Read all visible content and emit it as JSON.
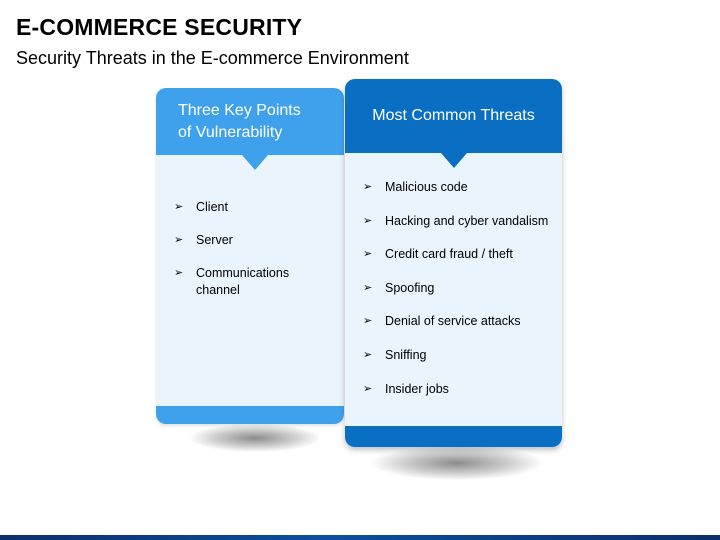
{
  "title": "E-COMMERCE SECURITY",
  "subtitle": "Security Threats in the E-commerce Environment",
  "colors": {
    "light_blue": "#3fa1eb",
    "dark_blue": "#0a6fc2",
    "card_bg": "#eaf4fc"
  },
  "left_card": {
    "header_line1": "Three Key Points",
    "header_line2": "of Vulnerability",
    "items": [
      "Client",
      "Server",
      "Communications channel"
    ]
  },
  "right_card": {
    "header": "Most Common Threats",
    "items": [
      "Malicious code",
      "Hacking and cyber vandalism",
      "Credit card fraud / theft",
      "Spoofing",
      "Denial of service attacks",
      "Sniffing",
      "Insider jobs"
    ]
  },
  "bullet_icon": "arrow-bullet-icon",
  "bullet_glyph": "➢"
}
